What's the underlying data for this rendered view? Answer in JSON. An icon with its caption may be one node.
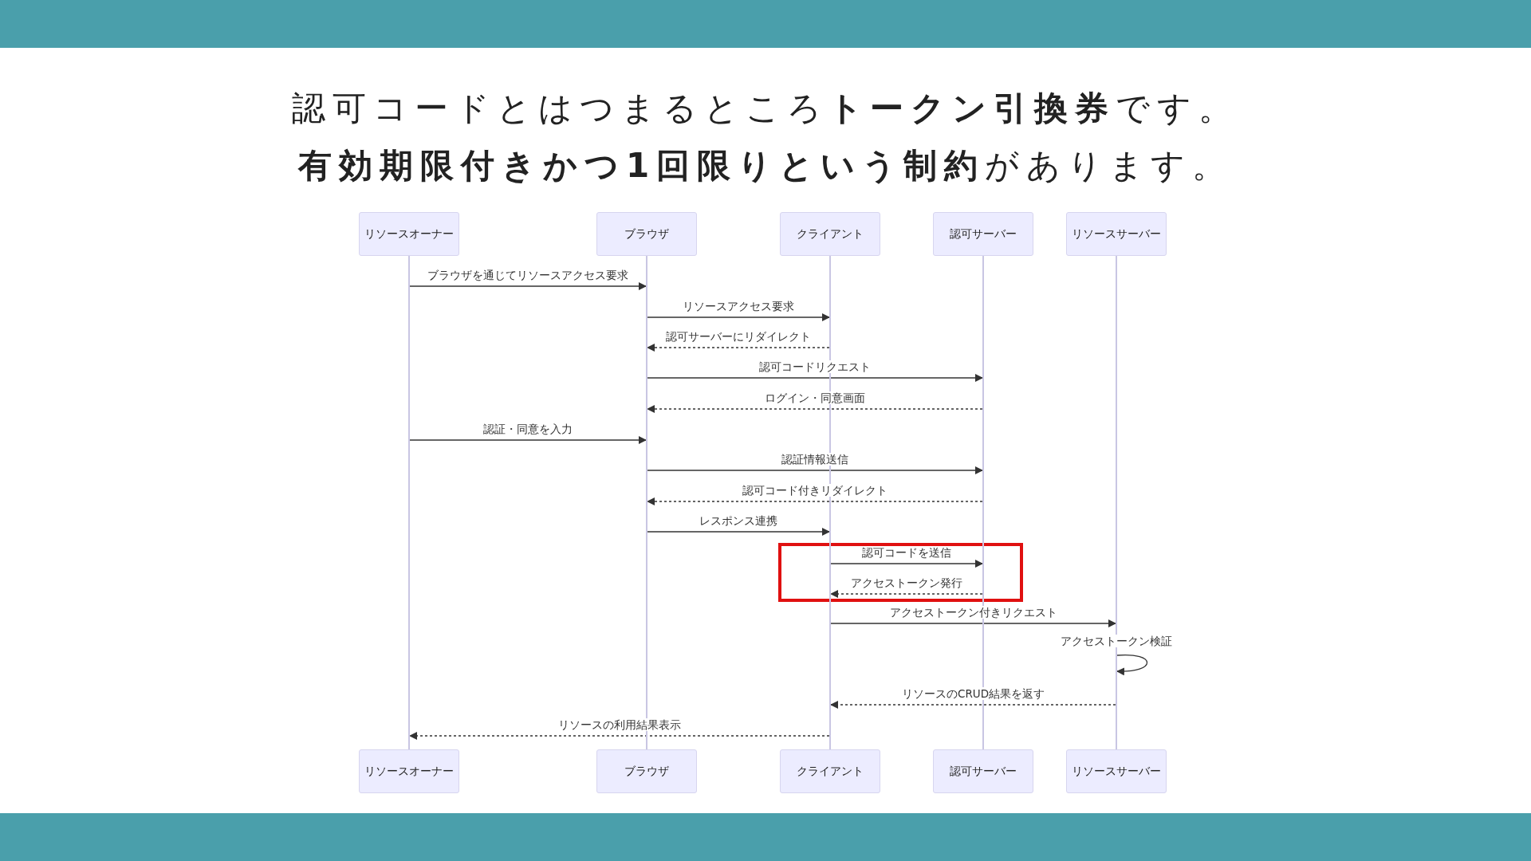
{
  "diagram": {
    "title": "認可コードとはつまるところ**トークン引換券**です。**有効期限付きかつ1回限りという制約**があります。",
    "nodes": [
      {
        "text": [
          "リソースオーナー"
        ]
      },
      {
        "text": [
          "ブラウザ"
        ]
      },
      {
        "text": [
          "クライアント"
        ]
      },
      {
        "text": [
          "認可サーバー"
        ]
      },
      {
        "text": [
          "リソースサーバー"
        ]
      },
      {
        "text": [
          "リソースオーナー"
        ]
      },
      {
        "text": [
          "ブラウザ"
        ]
      },
      {
        "text": [
          "クライアント"
        ]
      },
      {
        "text": [
          "認可サーバー"
        ]
      },
      {
        "text": [
          "リソースサーバー"
        ]
      },
      {
        "text": [],
        "shape": "line"
      },
      {
        "text": [],
        "shape": "line"
      },
      {
        "text": [],
        "shape": "line"
      },
      {
        "text": [],
        "shape": "line"
      },
      {
        "text": [],
        "shape": "line"
      }
    ],
    "edges": [
      {
        "from": 10,
        "to": 11,
        "arrow": "to",
        "label": "ブラウザを通じてリソースアクセス要求"
      },
      {
        "from": 11,
        "to": 12,
        "arrow": "to",
        "label": "リソースアクセス要求"
      },
      {
        "from": 12,
        "to": 11,
        "arrow": "to",
        "label": "認可サーバーにリダイレクト",
        "style": "dashed"
      },
      {
        "from": 11,
        "to": 13,
        "arrow": "to",
        "label": "認可コードリクエスト"
      },
      {
        "from": 13,
        "to": 11,
        "arrow": "to",
        "label": "ログイン・同意画面",
        "style": "dashed"
      },
      {
        "from": 10,
        "to": 11,
        "arrow": "to",
        "label": "認証・同意を入力"
      },
      {
        "from": 11,
        "to": 13,
        "arrow": "to",
        "label": "認証情報送信"
      },
      {
        "from": 13,
        "to": 11,
        "arrow": "to",
        "label": "認可コード付きリダイレクト",
        "style": "dashed"
      },
      {
        "from": 11,
        "to": 12,
        "arrow": "to",
        "label": "レスポンス連携"
      },
      {
        "from": 12,
        "to": 13,
        "arrow": "to",
        "label": "認可コードを送信"
      },
      {
        "from": 13,
        "to": 12,
        "arrow": "to",
        "label": "アクセストークン発行",
        "style": "dashed"
      },
      {
        "from": 12,
        "to": 14,
        "arrow": "to",
        "label": "アクセストークン付きリクエスト"
      },
      {
        "from": 14,
        "to": 14,
        "arrow": "to",
        "label": "アクセストークン検証"
      },
      {
        "from": 14,
        "to": 12,
        "arrow": "to",
        "label": "リソースのCRUD結果を返す",
        "style": "dashed"
      },
      {
        "from": 12,
        "to": 10,
        "arrow": "to",
        "label": "リソースの利用結果表示",
        "style": "dashed"
      }
    ]
  }
}
